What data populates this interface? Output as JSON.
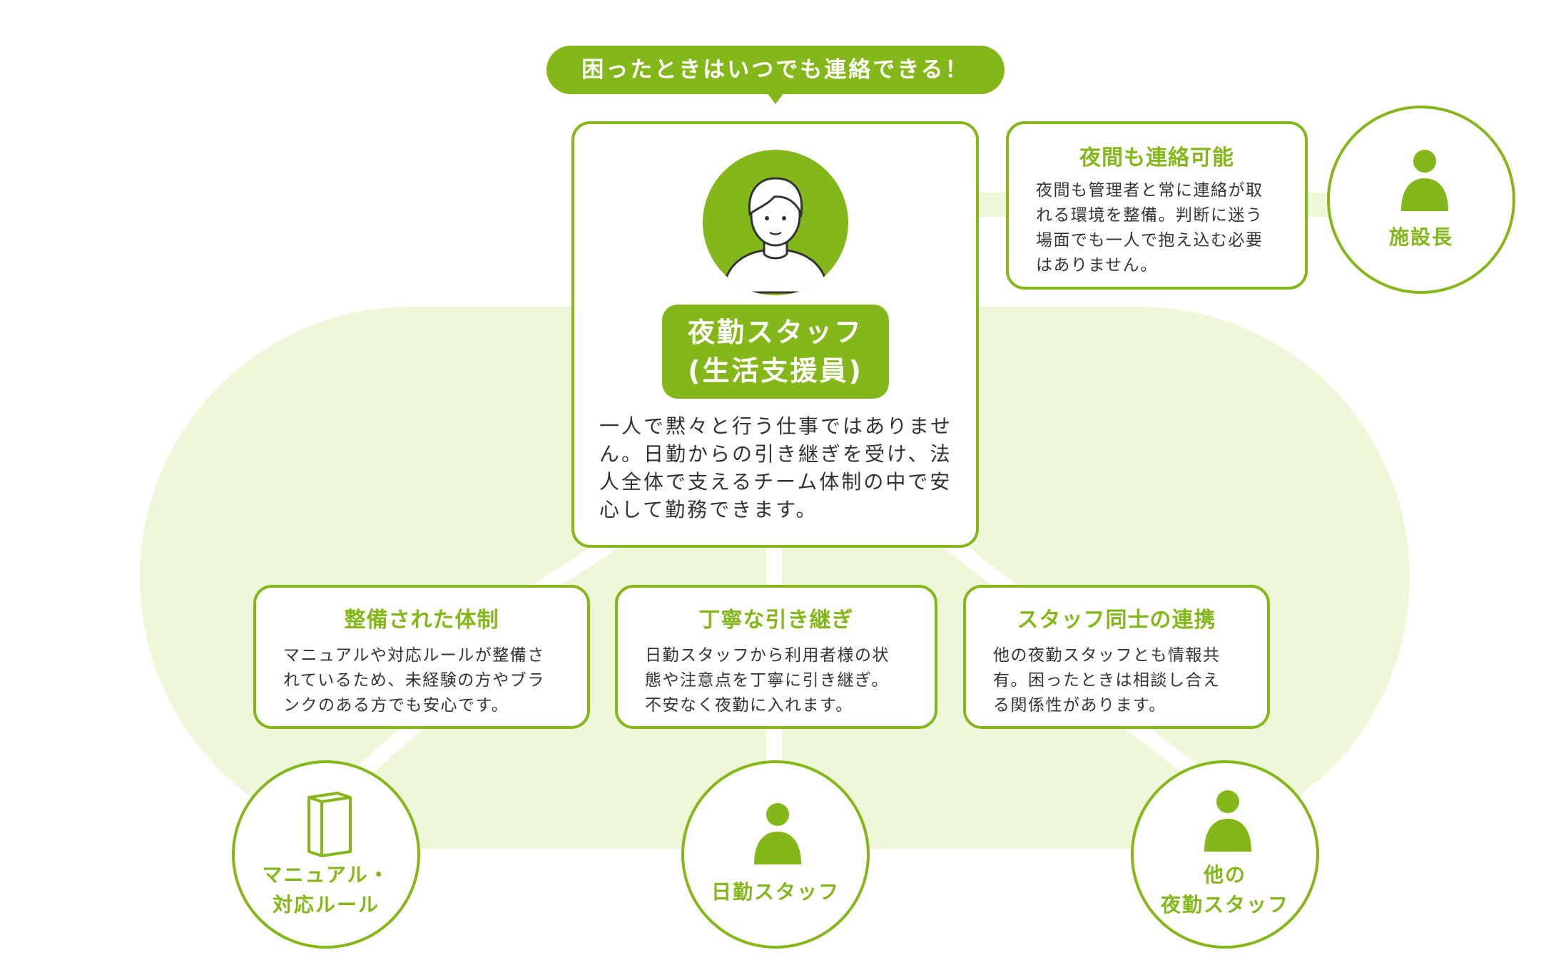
{
  "bubble": {
    "text": "困ったときはいつでも連絡できる！"
  },
  "center": {
    "role_line1": "夜勤スタッフ",
    "role_line2": "(生活支援員)",
    "description_lines": [
      "一人で黙々と行う仕事ではありませ",
      "ん。日勤からの引き継ぎを受け、法",
      "人全体で支えるチーム体制の中で安",
      "心して勤務できます。"
    ]
  },
  "night_contact": {
    "title": "夜間も連絡可能",
    "lines": [
      "夜間も管理者と常に連絡が取",
      "れる環境を整備。判断に迷う",
      "場面でも一人で抱え込む必要",
      "はありません。"
    ]
  },
  "facility_head": {
    "label": "施設長"
  },
  "cards": [
    {
      "title": "整備された体制",
      "lines": [
        "マニュアルや対応ルールが整備さ",
        "れているため、未経験の方やブラ",
        "ンクのある方でも安心です。"
      ]
    },
    {
      "title": "丁寧な引き継ぎ",
      "lines": [
        "日勤スタッフから利用者様の状",
        "態や注意点を丁寧に引き継ぎ。",
        "不安なく夜勤に入れます。"
      ]
    },
    {
      "title": "スタッフ同士の連携",
      "lines": [
        "他の夜勤スタッフとも情報共",
        "有。困ったときは相談し合え",
        "る関係性があります。"
      ]
    }
  ],
  "bottom_nodes": [
    {
      "lines": [
        "マニュアル・",
        "対応ルール"
      ],
      "icon": "book-icon"
    },
    {
      "lines": [
        "日勤スタッフ"
      ],
      "icon": "person-icon"
    },
    {
      "lines": [
        "他の",
        "夜勤スタッフ"
      ],
      "icon": "person-icon"
    }
  ],
  "colors": {
    "accent": "#84b81a",
    "background_shape": "#eef7d8",
    "text": "#333333"
  }
}
